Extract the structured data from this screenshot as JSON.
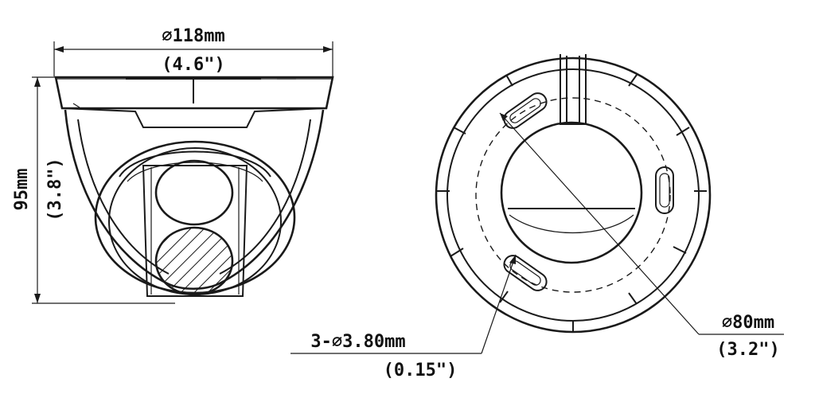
{
  "side_view": {
    "width_mm": "∅118mm",
    "width_in": "(4.6\")",
    "height_mm": "95mm",
    "height_in": "(3.8\")"
  },
  "bottom_view": {
    "outer_mm": "∅80mm",
    "outer_in": "(3.2\")",
    "holes_mm": "3-∅3.80mm",
    "holes_in": "(0.15\")"
  },
  "colors": {
    "stroke": "#1a1a1a",
    "background": "#ffffff"
  }
}
